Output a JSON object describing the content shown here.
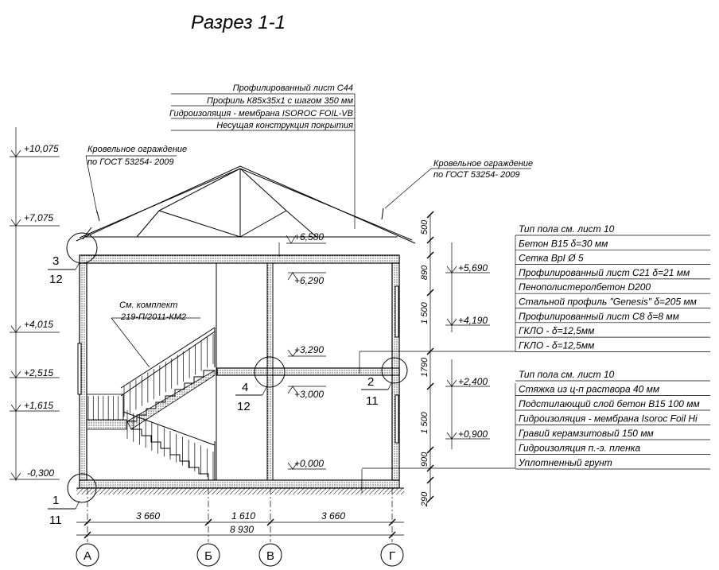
{
  "title": "Разрез 1-1",
  "roof_callout": [
    "Профилированный лист С44",
    "Профиль К85х35х1 с шагом 350 мм",
    "Гидроизоляция - мембрана ISOROC FOIL-VB",
    "Несущая конструкция покрытия"
  ],
  "fence_left": [
    "Кровельное ограждение",
    "по ГОСТ 53254- 2009"
  ],
  "fence_right": [
    "Кровельное ограждение",
    "по ГОСТ 53254- 2009"
  ],
  "stair_note": [
    "См. комплект",
    "219-П/2011-КМ2"
  ],
  "floor_upper": [
    "Тип пола см. лист 10",
    "Бетон В15 δ=30 мм",
    "Сетка ВрI  Ø 5",
    "Профилированный лист С21 δ=21 мм",
    "Пенополистеролбетон D200",
    "Стальной профиль \"Genesis\" δ=205 мм",
    "Профилированный лист С8 δ=8 мм",
    "ГКЛО - δ=12,5мм",
    "ГКЛО - δ=12,5мм"
  ],
  "floor_lower": [
    "Тип пола см. лист 10",
    "Стяжка из ц-п раствора 40 мм",
    "Подстилающий слой бетон В15  100 мм",
    "Гидроизоляция - мембрана Isoroc Foil Hi",
    "Гравий керамзитовый 150 мм",
    "Гидроизоляция п.-э. пленка",
    "Уплотненный грунт"
  ],
  "left_levels": [
    "+10,075",
    "+7,075",
    "+4,015",
    "+2,515",
    "+1,615",
    "-0,300"
  ],
  "inner_levels": [
    "+6,580",
    "+6,290",
    "+3,290",
    "+3,000",
    "+0,000"
  ],
  "right_levels": [
    "+5,690",
    "+4,190",
    "+2,400",
    "+0,900"
  ],
  "vertical_dims": [
    "500",
    "890",
    "1 500",
    "1790",
    "1 500",
    "900",
    "290"
  ],
  "horizontal_dims": [
    "3 660",
    "1 610",
    "3 660",
    "8 930"
  ],
  "axes": [
    "А",
    "Б",
    "В",
    "Г"
  ],
  "nodes": [
    {
      "top": "3",
      "bottom": "12"
    },
    {
      "top": "4",
      "bottom": "12"
    },
    {
      "top": "2",
      "bottom": "11"
    },
    {
      "top": "1",
      "bottom": "11"
    }
  ]
}
